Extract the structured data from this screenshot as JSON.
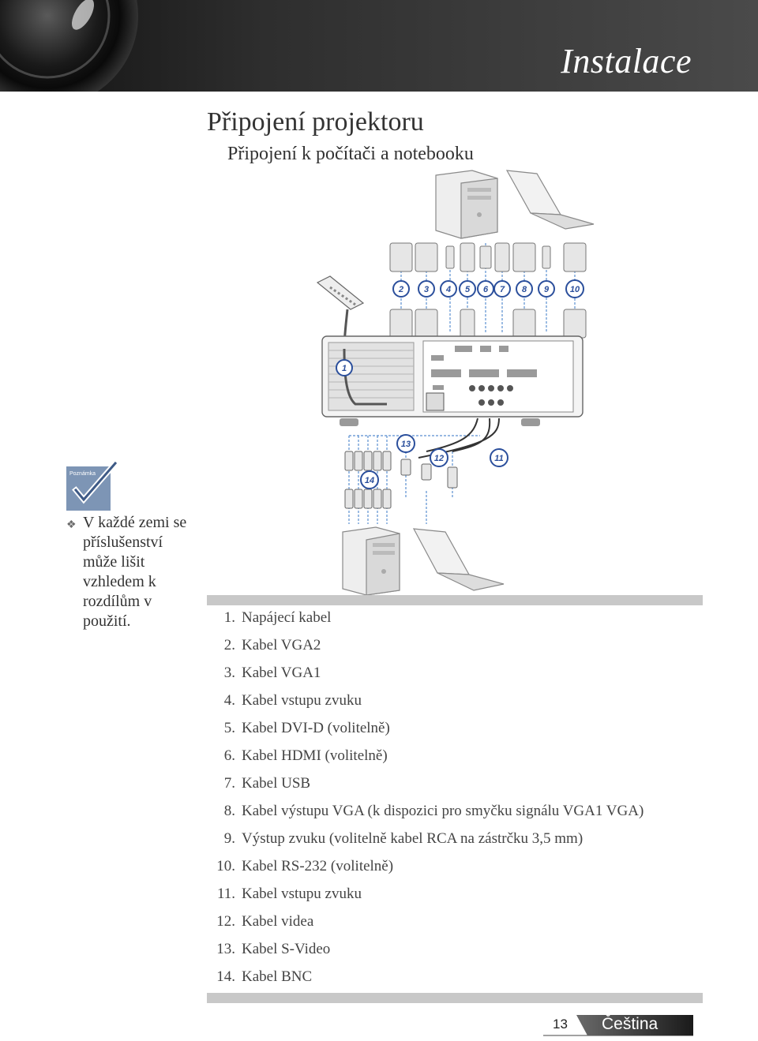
{
  "header": {
    "section_title": "Instalace"
  },
  "page": {
    "title": "Připojení projektoru",
    "subtitle": "Připojení k počítači a notebooku"
  },
  "note": {
    "badge": "Poznámka",
    "text": "V každé zemi se příslušenství může lišit vzhledem k rozdílům v použití."
  },
  "diagram": {
    "callouts": [
      "1",
      "2",
      "3",
      "4",
      "5",
      "6",
      "7",
      "8",
      "9",
      "10",
      "11",
      "12",
      "13",
      "14"
    ]
  },
  "parts": [
    {
      "num": "1.",
      "label": "Napájecí kabel"
    },
    {
      "num": "2.",
      "label": "Kabel VGA2"
    },
    {
      "num": "3.",
      "label": "Kabel VGA1"
    },
    {
      "num": "4.",
      "label": "Kabel vstupu zvuku"
    },
    {
      "num": "5.",
      "label": "Kabel DVI-D (volitelně)"
    },
    {
      "num": "6.",
      "label": "Kabel HDMI (volitelně)"
    },
    {
      "num": "7.",
      "label": "Kabel USB"
    },
    {
      "num": "8.",
      "label": "Kabel výstupu VGA (k dispozici pro smyčku signálu VGA1 VGA)"
    },
    {
      "num": "9.",
      "label": "Výstup zvuku (volitelně kabel RCA na zástrčku 3,5 mm)"
    },
    {
      "num": "10.",
      "label": "Kabel RS-232 (volitelně)"
    },
    {
      "num": "11.",
      "label": "Kabel vstupu zvuku"
    },
    {
      "num": "12.",
      "label": "Kabel videa"
    },
    {
      "num": "13.",
      "label": "Kabel S-Video"
    },
    {
      "num": "14.",
      "label": "Kabel BNC"
    }
  ],
  "footer": {
    "page_number": "13",
    "language": "Čeština"
  },
  "colors": {
    "header_dark": "#3a3a3a",
    "divider": "#c8c8c8",
    "note_icon": "#7d95b5",
    "callout": "#2b4f9c"
  }
}
